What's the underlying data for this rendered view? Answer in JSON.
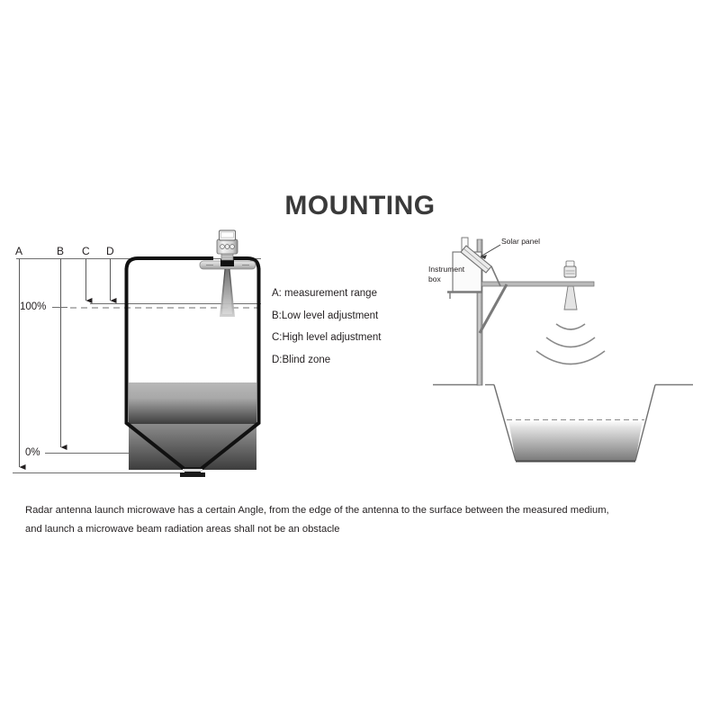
{
  "page": {
    "title": "MOUNTING",
    "background": "#ffffff",
    "ink": "#231f20"
  },
  "left_diagram": {
    "name": "silo-radar-level-measurement",
    "dimension_labels": [
      {
        "id": "A",
        "text": "A"
      },
      {
        "id": "B",
        "text": "B"
      },
      {
        "id": "C",
        "text": "C"
      },
      {
        "id": "D",
        "text": "D"
      }
    ],
    "scale_labels": [
      {
        "id": "full",
        "text": "100%"
      },
      {
        "id": "empty",
        "text": "0%"
      }
    ],
    "legend": [
      "A: measurement range",
      "B:Low level adjustment",
      "C:High level adjustment",
      "D:Blind zone"
    ],
    "fill_gradient": {
      "top": "#b3b3b3",
      "bottom": "#3f3f3f"
    }
  },
  "right_diagram": {
    "name": "open-channel-radar-installation",
    "labels": [
      {
        "id": "solar-panel",
        "text": "Solar panel"
      },
      {
        "id": "instrument-box-line1",
        "text": "Instrument"
      },
      {
        "id": "instrument-box-line2",
        "text": "box"
      }
    ],
    "water_gradient": {
      "top": "#ffffff",
      "bottom": "#7d7d7d"
    },
    "wave_arcs": 3
  },
  "caption": {
    "line1": "Radar antenna launch microwave has a certain Angle, from the edge of the antenna to the surface between the measured medium,",
    "line2": "and launch a microwave beam radiation areas shall  not be an obstacle"
  }
}
